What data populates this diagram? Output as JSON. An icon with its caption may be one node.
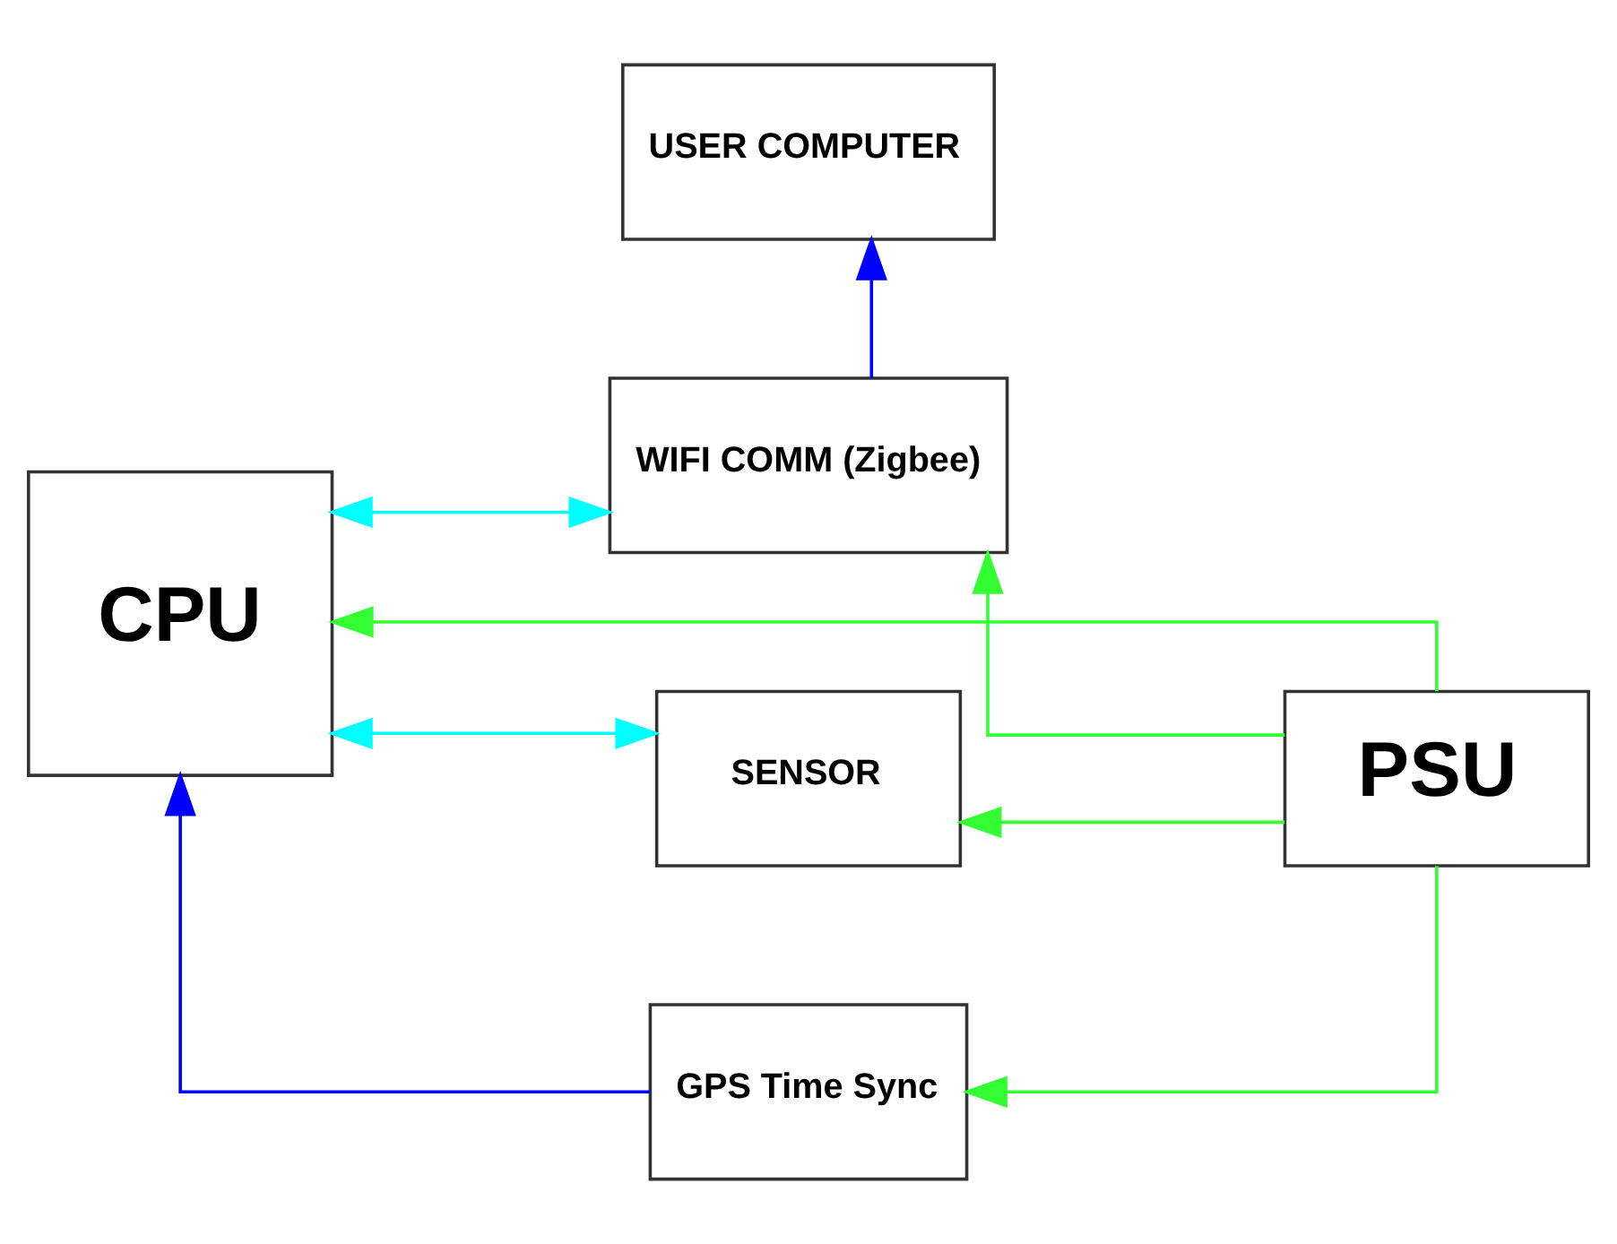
{
  "diagram": {
    "nodes": [
      {
        "text": [
          "USER COMPUTER"
        ]
      },
      {
        "text": [
          "WIFI COMM (Zigbee)"
        ]
      },
      {
        "text": [
          "CPU"
        ]
      },
      {
        "text": [
          "PSU"
        ]
      },
      {
        "text": [
          "SENSOR"
        ]
      },
      {
        "text": [
          "GPS Time Sync"
        ]
      }
    ],
    "edges": [
      {
        "from": 1,
        "to": 0,
        "arrow": "to",
        "color": "#0000ff"
      },
      {
        "from": 2,
        "to": 1,
        "arrow": "both",
        "color": "#00ffff"
      },
      {
        "from": 3,
        "to": 2,
        "arrow": "to"
      },
      {
        "from": 3,
        "to": 1,
        "arrow": "to"
      },
      {
        "from": 3,
        "to": 4,
        "arrow": "to"
      },
      {
        "from": 3,
        "to": 5,
        "arrow": "to"
      },
      {
        "from": 2,
        "to": 4,
        "arrow": "both",
        "color": "#00ffff"
      },
      {
        "from": 5,
        "to": 2,
        "arrow": "to",
        "color": "#0000ff"
      }
    ]
  }
}
